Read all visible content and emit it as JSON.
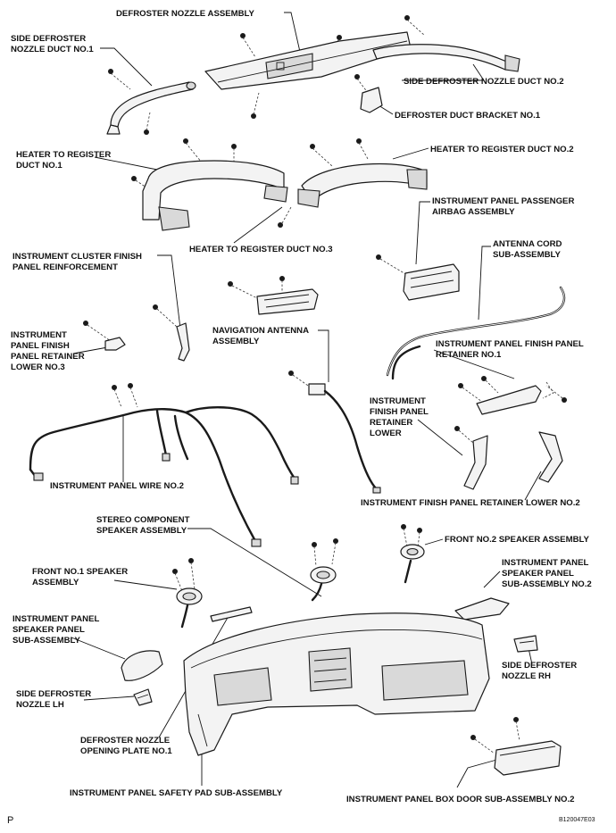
{
  "labels": {
    "defroster_nozzle_assembly": "DEFROSTER NOZZLE ASSEMBLY",
    "side_defroster_duct_1_line1": "SIDE DEFROSTER",
    "side_defroster_duct_1_line2": "NOZZLE DUCT NO.1",
    "side_defroster_duct_2": "SIDE DEFROSTER NOZZLE DUCT NO.2",
    "defroster_duct_bracket_1": "DEFROSTER DUCT BRACKET NO.1",
    "heater_register_duct_1_line1": "HEATER TO REGISTER",
    "heater_register_duct_1_line2": "DUCT NO.1",
    "heater_register_duct_2": "HEATER TO REGISTER DUCT NO.2",
    "passenger_airbag_line1": "INSTRUMENT PANEL PASSENGER",
    "passenger_airbag_line2": "AIRBAG ASSEMBLY",
    "heater_register_duct_3": "HEATER TO REGISTER DUCT NO.3",
    "antenna_cord_line1": "ANTENNA CORD",
    "antenna_cord_line2": "SUB-ASSEMBLY",
    "cluster_finish_line1": "INSTRUMENT CLUSTER FINISH",
    "cluster_finish_line2": "PANEL REINFORCEMENT",
    "finish_retainer_lower3_line1": "INSTRUMENT",
    "finish_retainer_lower3_line2": "PANEL FINISH",
    "finish_retainer_lower3_line3": "PANEL RETAINER",
    "finish_retainer_lower3_line4": "LOWER NO.3",
    "nav_antenna_line1": "NAVIGATION ANTENNA",
    "nav_antenna_line2": "ASSEMBLY",
    "finish_retainer_1_line1": "INSTRUMENT PANEL FINISH PANEL",
    "finish_retainer_1_line2": "RETAINER NO.1",
    "finish_retainer_lower_line1": "INSTRUMENT",
    "finish_retainer_lower_line2": "FINISH PANEL",
    "finish_retainer_lower_line3": "RETAINER",
    "finish_retainer_lower_line4": "LOWER",
    "panel_wire_2": "INSTRUMENT PANEL WIRE NO.2",
    "finish_retainer_lower2": "INSTRUMENT FINISH PANEL RETAINER LOWER NO.2",
    "stereo_speaker_line1": "STEREO COMPONENT",
    "stereo_speaker_line2": "SPEAKER ASSEMBLY",
    "front_no2_speaker": "FRONT NO.2 SPEAKER ASSEMBLY",
    "front_no1_speaker_line1": "FRONT NO.1 SPEAKER",
    "front_no1_speaker_line2": "ASSEMBLY",
    "speaker_panel_2_line1": "INSTRUMENT PANEL",
    "speaker_panel_2_line2": "SPEAKER PANEL",
    "speaker_panel_2_line3": "SUB-ASSEMBLY NO.2",
    "speaker_panel_line1": "INSTRUMENT PANEL",
    "speaker_panel_line2": "SPEAKER PANEL",
    "speaker_panel_line3": "SUB-ASSEMBLY",
    "side_defroster_rh_line1": "SIDE DEFROSTER",
    "side_defroster_rh_line2": "NOZZLE RH",
    "side_defroster_lh_line1": "SIDE DEFROSTER",
    "side_defroster_lh_line2": "NOZZLE LH",
    "opening_plate_line1": "DEFROSTER NOZZLE",
    "opening_plate_line2": "OPENING PLATE NO.1",
    "safety_pad": "INSTRUMENT PANEL SAFETY PAD SUB-ASSEMBLY",
    "box_door_2": "INSTRUMENT PANEL BOX DOOR SUB-ASSEMBLY NO.2"
  },
  "footer": {
    "page_marker": "P",
    "figure_id": "B120047E03"
  },
  "colors": {
    "line": "#1a1a1a",
    "part_fill": "#f3f3f3",
    "background": "#ffffff"
  }
}
